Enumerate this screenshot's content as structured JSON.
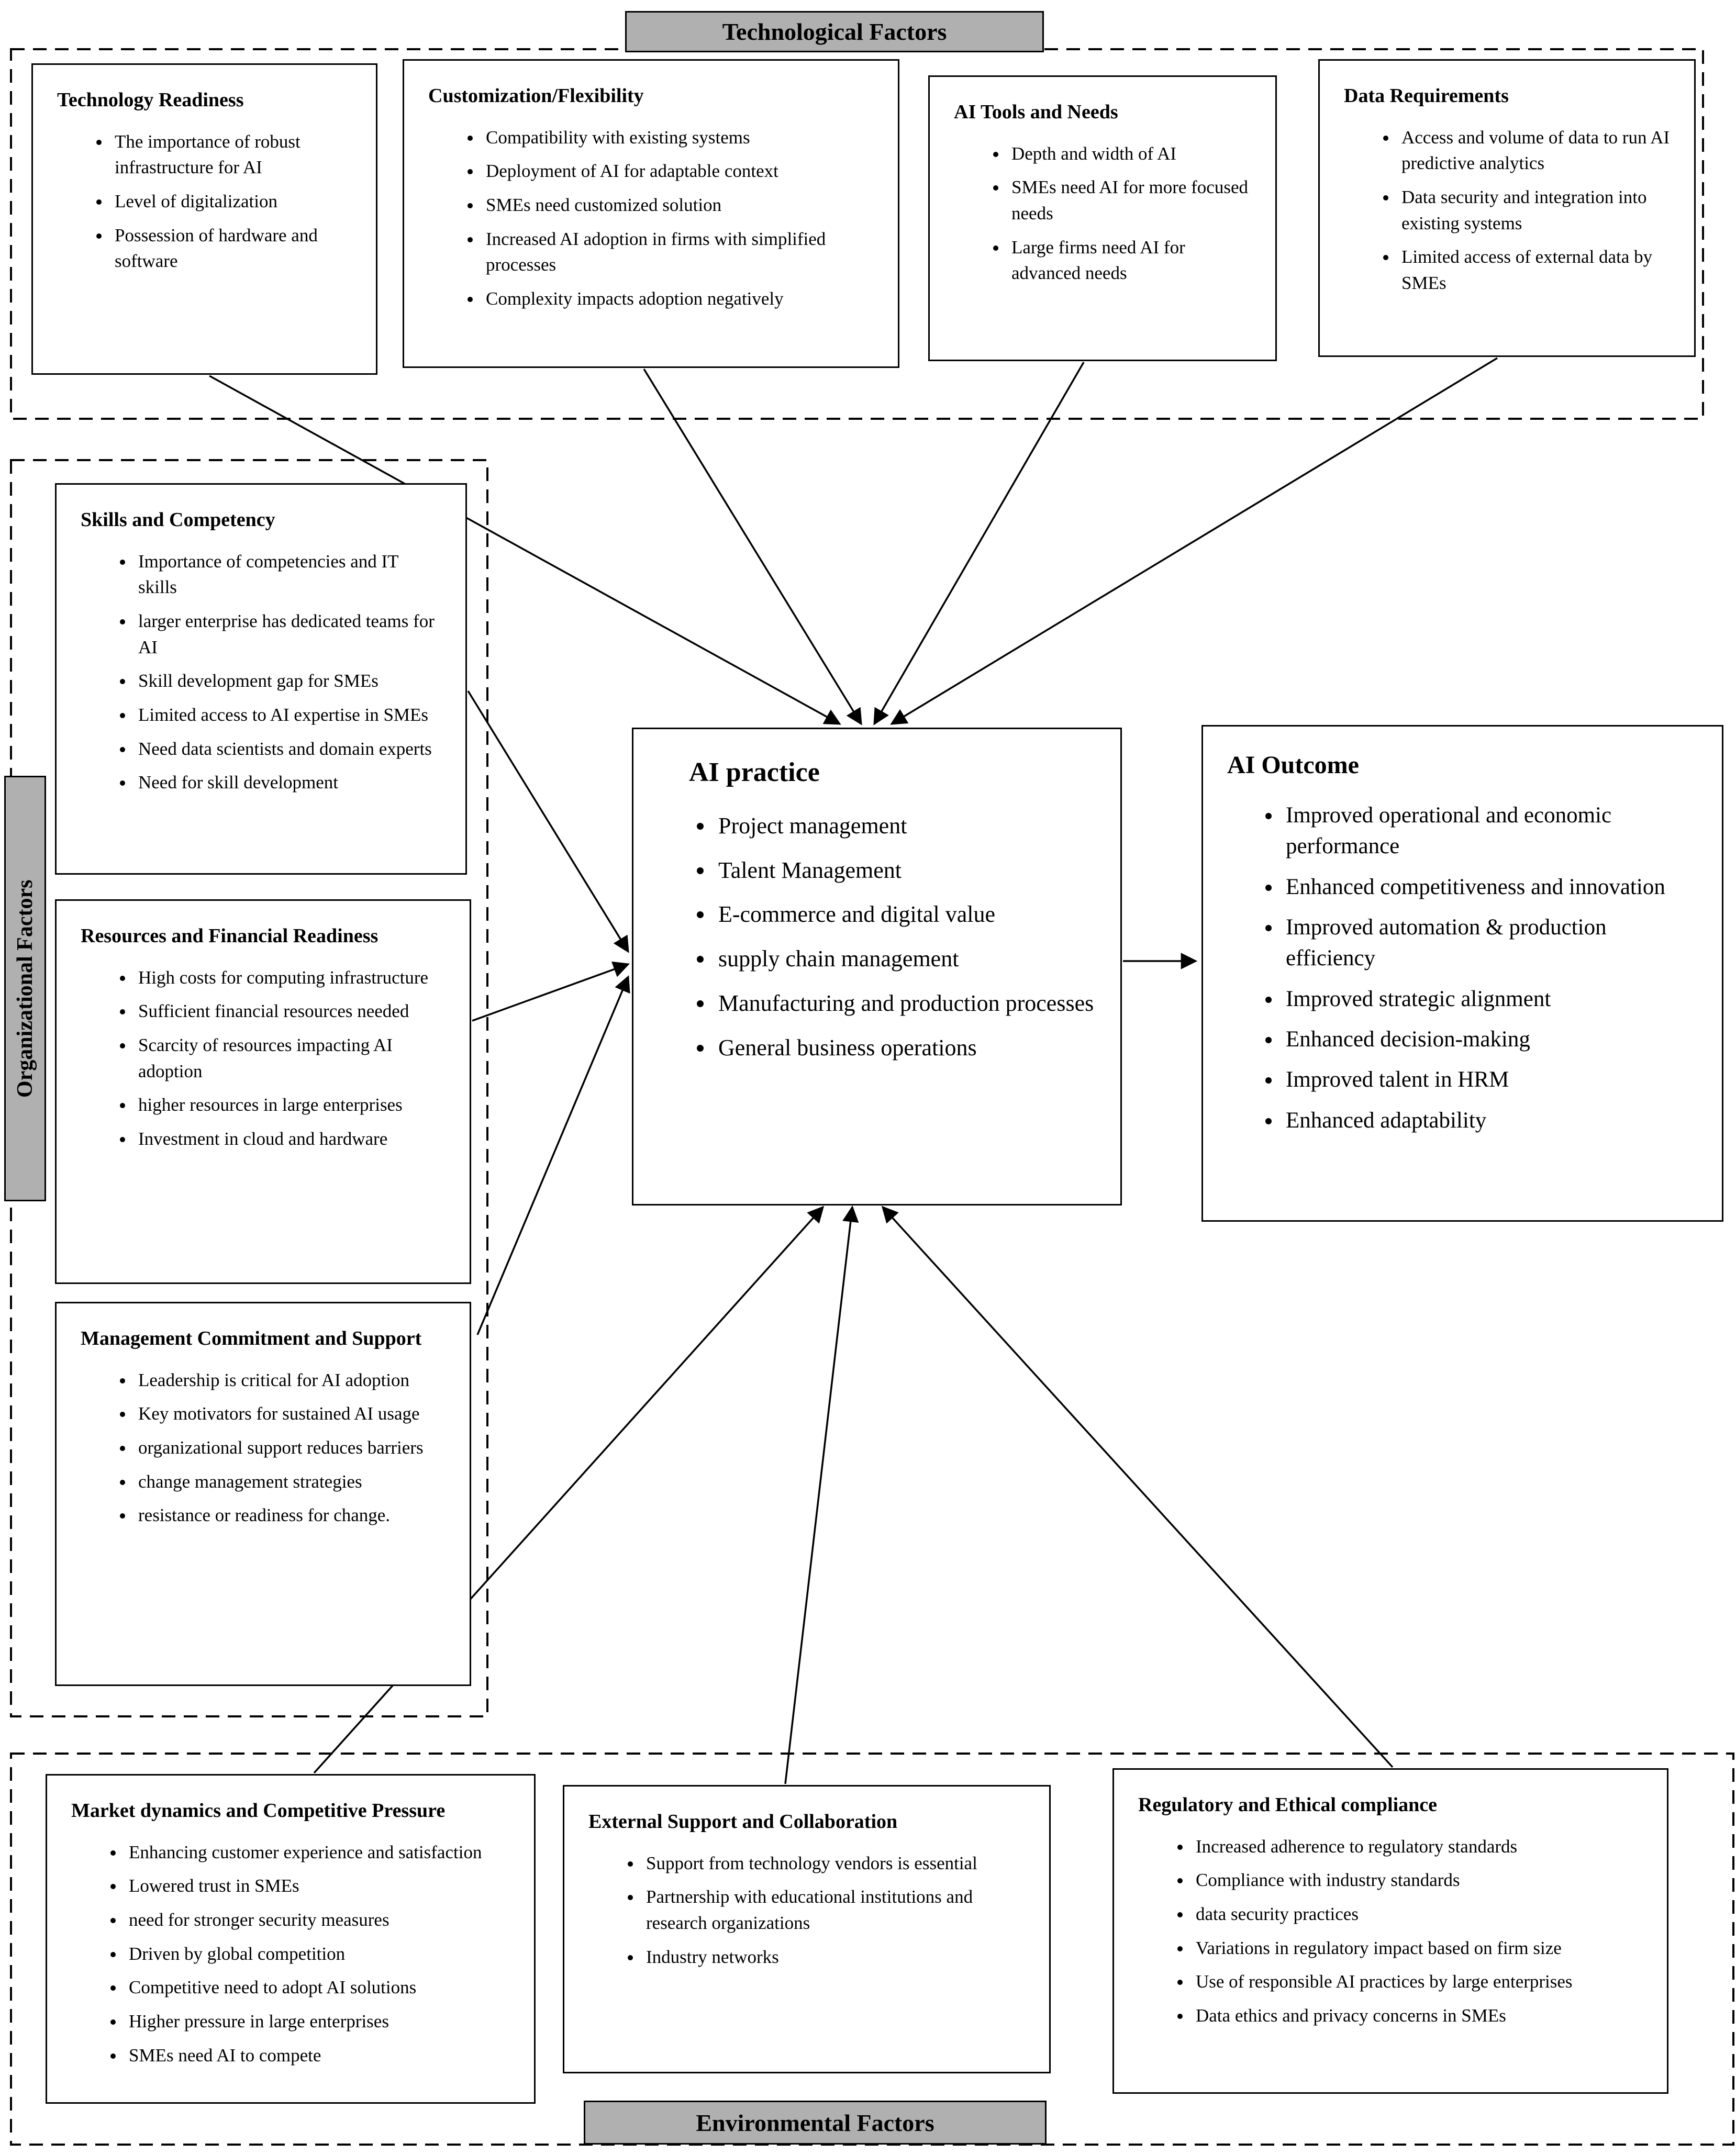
{
  "sections": {
    "technological": {
      "label": "Technological Factors"
    },
    "organizational": {
      "label": "Organizational Factors"
    },
    "environmental": {
      "label": "Environmental Factors"
    }
  },
  "boxes": {
    "technology_readiness": {
      "title": "Technology Readiness",
      "items": [
        "The importance of robust infrastructure for AI",
        "Level of digitalization",
        "Possession of hardware and software"
      ]
    },
    "customization_flexibility": {
      "title": "Customization/Flexibility",
      "items": [
        "Compatibility with existing systems",
        "Deployment of AI for adaptable context",
        "SMEs need customized solution",
        "Increased AI adoption in firms with simplified processes",
        "Complexity impacts adoption negatively"
      ]
    },
    "ai_tools_needs": {
      "title": "AI Tools and Needs",
      "items": [
        "Depth and width of AI",
        "SMEs need AI for more focused needs",
        "Large firms need AI for advanced needs"
      ]
    },
    "data_requirements": {
      "title": "Data Requirements",
      "items": [
        "Access and volume of data to run AI predictive analytics",
        "Data security and integration into existing systems",
        "Limited access of external data by SMEs"
      ]
    },
    "skills_competency": {
      "title": "Skills and Competency",
      "items": [
        "Importance of competencies and IT skills",
        "larger enterprise has dedicated teams for AI",
        "Skill development gap for SMEs",
        "Limited access to AI expertise in SMEs",
        "Need data scientists and domain experts",
        "Need for skill development"
      ]
    },
    "resources_financial": {
      "title": "Resources and Financial Readiness",
      "items": [
        "High costs for computing infrastructure",
        "Sufficient financial resources needed",
        "Scarcity of resources impacting AI adoption",
        "higher resources in large enterprises",
        "Investment in cloud and hardware"
      ]
    },
    "management_commitment": {
      "title": "Management Commitment and Support",
      "items": [
        "Leadership is critical for AI adoption",
        "Key motivators for sustained AI usage",
        "organizational support reduces barriers",
        "change management strategies",
        "resistance or readiness for change."
      ]
    },
    "ai_practice": {
      "title": "AI practice",
      "items": [
        "Project management",
        "Talent Management",
        "E-commerce and digital value",
        "supply chain management",
        "Manufacturing and production processes",
        "General business operations"
      ]
    },
    "ai_outcome": {
      "title": "AI Outcome",
      "items": [
        "Improved operational and economic performance",
        "Enhanced competitiveness and innovation",
        "Improved automation & production efficiency",
        "Improved strategic alignment",
        "Enhanced decision-making",
        "Improved talent in HRM",
        "Enhanced adaptability"
      ]
    },
    "market_dynamics": {
      "title": "Market dynamics and Competitive Pressure",
      "items": [
        "Enhancing customer experience and satisfaction",
        "Lowered trust in SMEs",
        "need for stronger security measures",
        "Driven by global competition",
        "Competitive need to adopt AI solutions",
        "Higher pressure in large enterprises",
        "SMEs need AI to compete"
      ]
    },
    "external_support": {
      "title": "External Support and Collaboration",
      "items": [
        "Support from technology vendors is essential",
        "Partnership with educational institutions and research organizations",
        "Industry networks"
      ]
    },
    "regulatory_ethical": {
      "title": "Regulatory and Ethical compliance",
      "items": [
        "Increased adherence to regulatory standards",
        "Compliance with industry standards",
        "data security practices",
        "Variations in regulatory impact based on firm size",
        "Use of responsible AI practices by large enterprises",
        "Data ethics and privacy concerns in SMEs"
      ]
    }
  },
  "colors": {
    "section_label_bg": "#b0b0b0",
    "line": "#000000"
  }
}
